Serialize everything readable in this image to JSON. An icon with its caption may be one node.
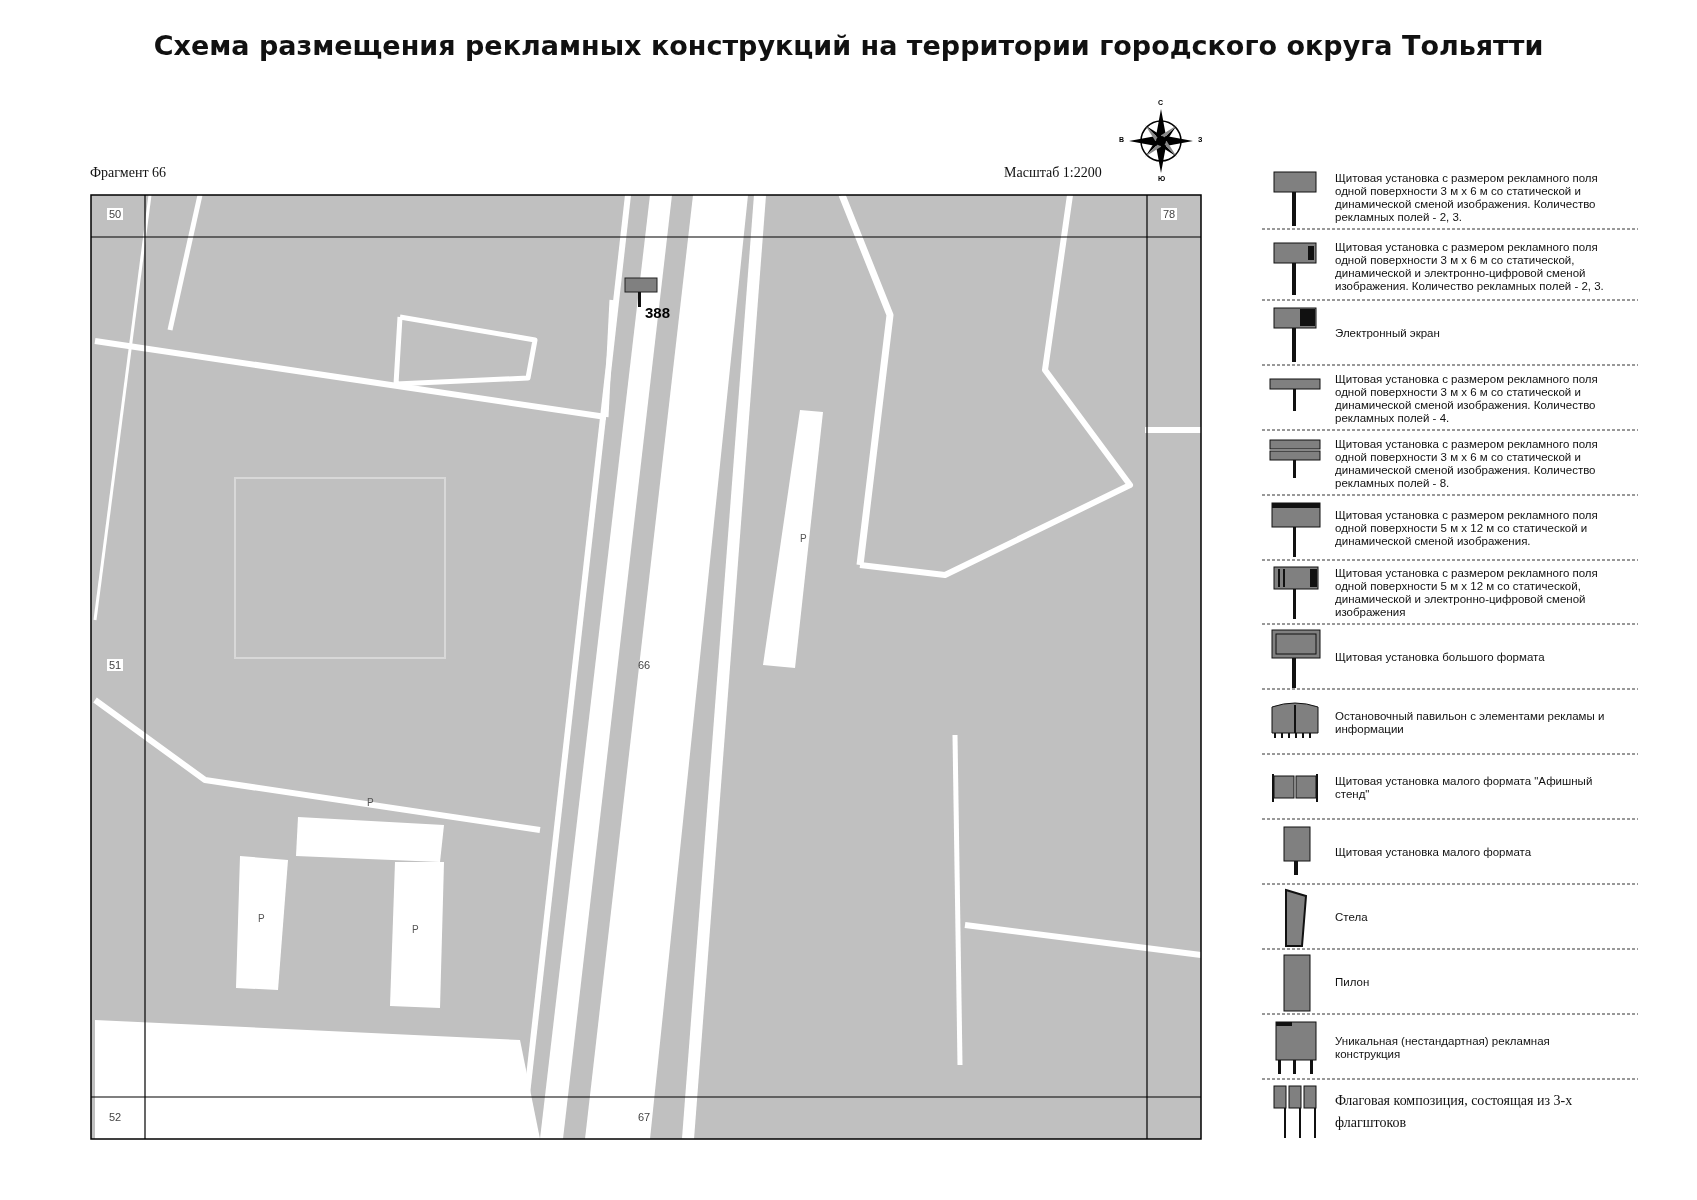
{
  "diagram": {
    "title": "Схема размещения рекламных конструкций на территории городского округа Тольятти",
    "labels": [
      "Фрагмент 66",
      "Масштаб 1:2200",
      "С",
      "В",
      "З",
      "Ю",
      "50",
      "78",
      "388",
      "Р",
      "51",
      "66",
      "Р",
      "Р",
      "Р",
      "52",
      "67"
    ],
    "legend": [
      {
        "text": "Щитовая установка с размером рекламного поля одной поверхности 3 м х 6 м со статической и динамической сменой изображения. Количество рекламных полей - 2, 3."
      },
      {
        "text": "Щитовая установка с размером рекламного поля одной поверхности 3 м х 6 м со статической, динамической и электронно-цифровой сменой изображения. Количество рекламных полей - 2, 3."
      },
      {
        "text": "Электронный экран"
      },
      {
        "text": "Щитовая установка с размером рекламного поля одной поверхности 3 м х 6 м со статической и динамической сменой изображения. Количество рекламных полей - 4."
      },
      {
        "text": "Щитовая установка с размером рекламного поля одной поверхности 3 м х 6 м со статической и динамической сменой изображения. Количество рекламных полей - 8."
      },
      {
        "text": "Щитовая установка с размером рекламного поля одной поверхности 5 м х 12 м со статической и динамической сменой изображения."
      },
      {
        "text": "Щитовая установка с размером рекламного поля одной поверхности 5 м х 12 м со статической, динамической и электронно-цифровой сменой изображения"
      },
      {
        "text": "Щитовая установка большого формата"
      },
      {
        "text": "Остановочный павильон с элементами рекламы и информации"
      },
      {
        "text": "Щитовая установка малого формата \"Афишный стенд\""
      },
      {
        "text": "Щитовая установка малого формата"
      },
      {
        "text": "Стела"
      },
      {
        "text": "Пилон"
      },
      {
        "text": "Уникальная (нестандартная) рекламная конструкция"
      },
      {
        "text": "Флаговая композиция, состоящая из 3-х флагштоков"
      }
    ]
  }
}
